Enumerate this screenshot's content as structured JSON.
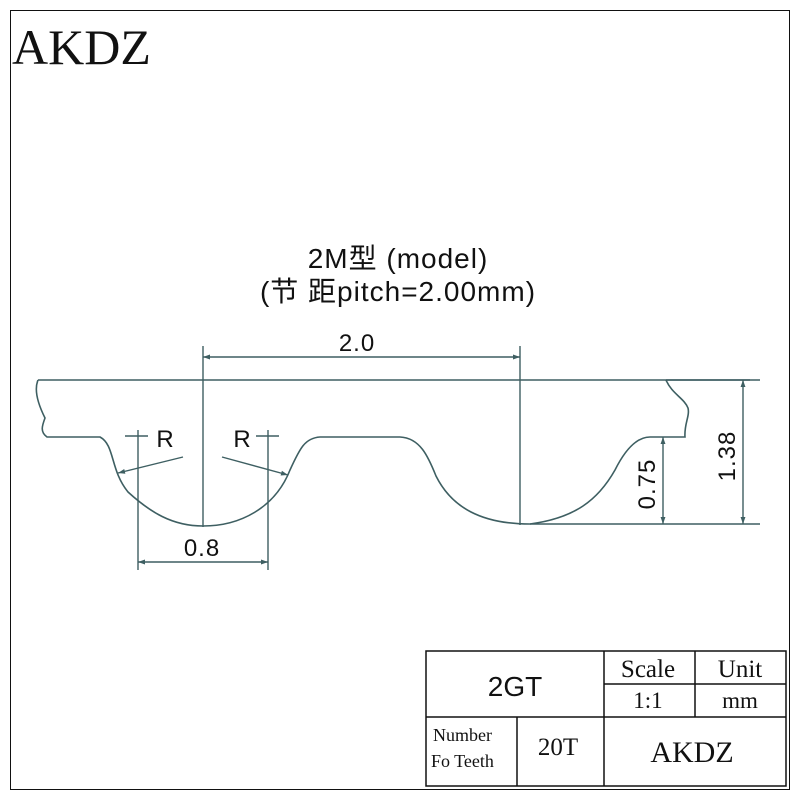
{
  "brand": "AKDZ",
  "heading": {
    "line1": "2M型 (model)",
    "line2": "(节 距pitch=2.00mm)"
  },
  "dimensions": {
    "pitch": "2.0",
    "tooth_width": "0.8",
    "radius_left": "R",
    "radius_right": "R",
    "tooth_depth": "0.75",
    "belt_height": "1.38"
  },
  "title_block": {
    "name": "2GT",
    "scale_label": "Scale",
    "scale_value": "1:1",
    "unit_label": "Unit",
    "unit_value": "mm",
    "teeth_label_line1": "Number",
    "teeth_label_line2": "Fo Teeth",
    "teeth_value": "20T",
    "maker": "AKDZ"
  },
  "colors": {
    "outline": "#3e5f62",
    "ink": "#111111"
  }
}
